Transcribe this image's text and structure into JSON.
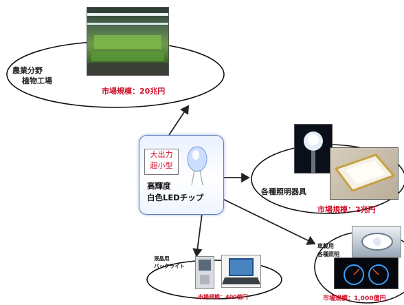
{
  "agri": {
    "label_line1": "農業分野",
    "label_line2": "植物工場",
    "market": "市場規模：20兆円"
  },
  "chip": {
    "feature_line1": "大出力",
    "feature_line2": "超小型",
    "name_line1": "高輝度",
    "name_line2": "白色LEDチップ"
  },
  "lighting": {
    "label": "各種照明器具",
    "market": "市場規模：2兆円"
  },
  "backlight": {
    "label_line1": "液晶用",
    "label_line2": "バックライト",
    "market": "市場規模：400億円"
  },
  "vehicle": {
    "label_line1": "車載用",
    "label_line2": "各種照明",
    "market": "市場規模：1,000億円"
  },
  "colors": {
    "arrow": "#222222",
    "market_text": "#d0102a",
    "center_border": "#5b7fb8"
  }
}
